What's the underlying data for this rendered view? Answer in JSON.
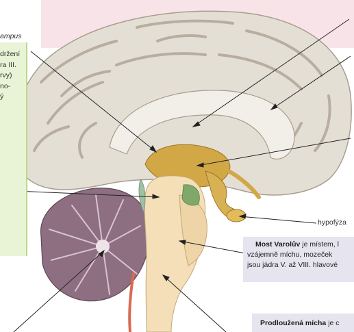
{
  "labels": {
    "top_left": "ampus",
    "hypofyza": "hypofýza"
  },
  "left_panel": {
    "lines": [
      "držení",
      "ra III.",
      "rvy)",
      "no-",
      "ý"
    ]
  },
  "pons_box": {
    "term": "Most Varolův",
    "line1_rest": " je místem, l",
    "line2": "vzájemně míchu, mozeček",
    "line3": "jsou jádra V. až VIII. hlavové"
  },
  "medulla_box": {
    "term": "Prodloužená mícha",
    "rest": " je c"
  },
  "colors": {
    "cortex": "#e4dfd5",
    "gyri_shadow": "#b8aea0",
    "cerebellum": "#8e6f82",
    "brainstem": "#f4dfb8",
    "midbrain_gold": "#d2a746",
    "pink_backdrop": "#f8e4e8"
  }
}
